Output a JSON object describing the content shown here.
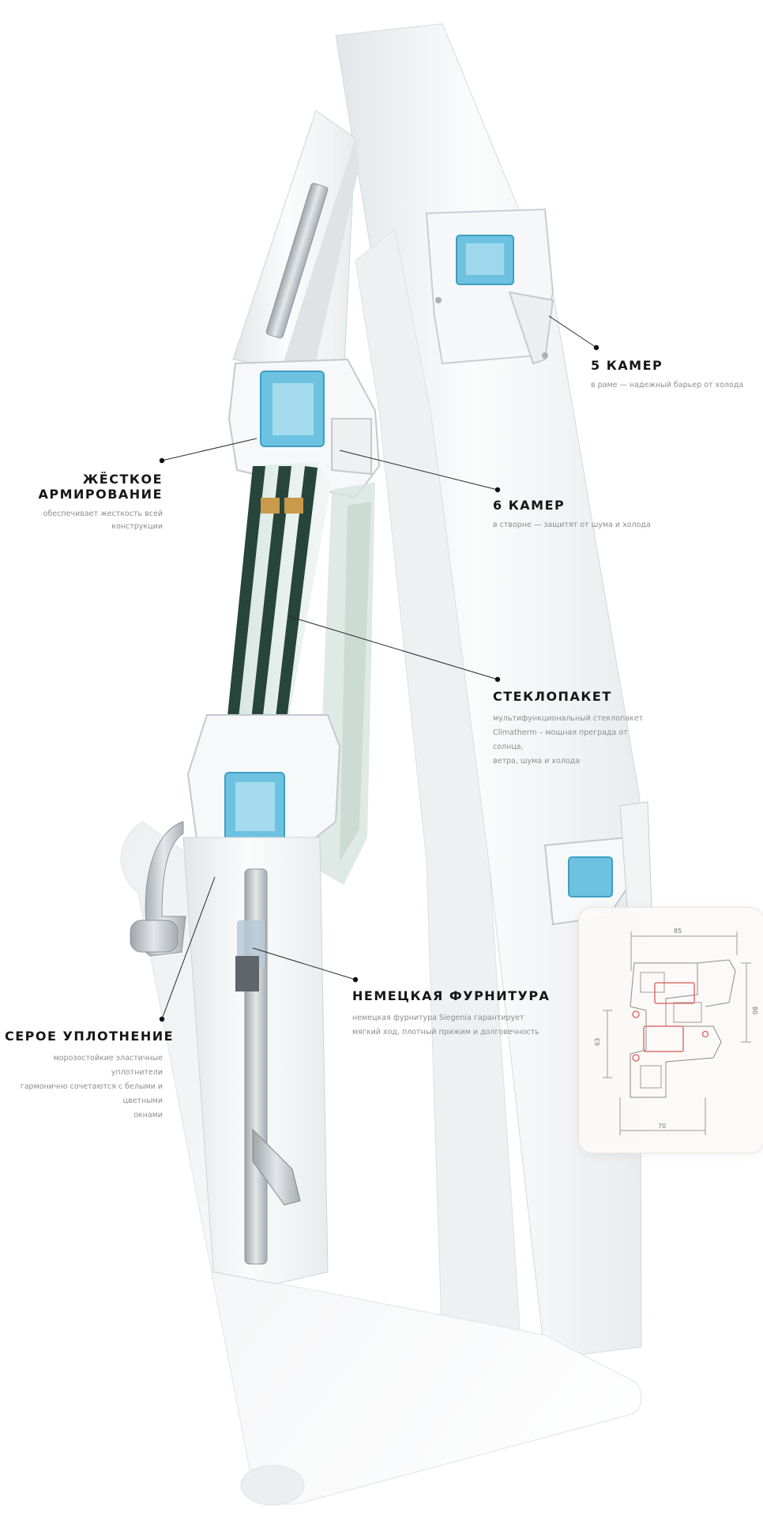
{
  "callouts": {
    "five_chambers": {
      "title": "5 КАМЕР",
      "desc": "в раме — надежный барьер от холода"
    },
    "reinforcement": {
      "title_line1": "ЖЁСТКОЕ",
      "title_line2": "АРМИРОВАНИЕ",
      "desc": "обеспечивает жесткость всей конструкции"
    },
    "six_chambers": {
      "title": "6 КАМЕР",
      "desc": "в створне — защитят от шума и холода"
    },
    "glass_unit": {
      "title": "СТЕКЛОПАКЕТ",
      "desc_line1": "мультифункциональный стеклопакет",
      "desc_line2": "Climatherm – мощная преграда от солнца,",
      "desc_line3": "ветра, шума и холода"
    },
    "hardware": {
      "title": "НЕМЕЦКАЯ ФУРНИТУРА",
      "desc_line1": "немецкая фурнитура Siegenia гарантирует",
      "desc_line2": "мягкий ход, плотный прижим и долговечность"
    },
    "gray_seal": {
      "title": "СЕРОЕ УПЛОТНЕНИЕ",
      "desc_line1": "морозостойкие эластичные уплотнители",
      "desc_line2": "гармонично сочетаются с белыми и цветными",
      "desc_line3": "окнами"
    }
  },
  "profile_card": {
    "dim_top": "85",
    "dim_right": "80",
    "dim_left": "63",
    "dim_bottom": "70"
  },
  "colors": {
    "pvc_white": "#f4f5f6",
    "reinforcement_blue": "#6cc2e0",
    "glass_green": "#27453a",
    "spacer_gold": "#c99a4a",
    "seal_red": "#e07070"
  }
}
